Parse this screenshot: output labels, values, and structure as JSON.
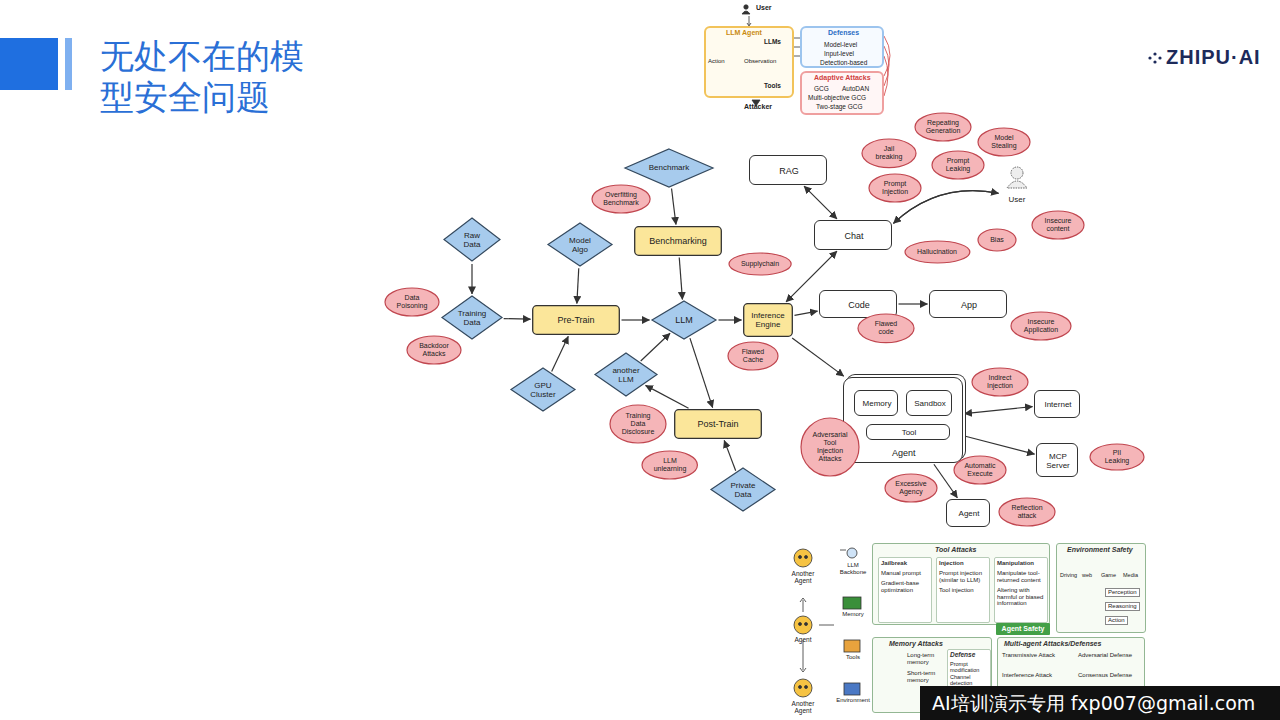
{
  "diagram": {
    "title": "无处不在的模型安全问题",
    "nodes": [
      {
        "text": [
          "Raw Data"
        ]
      },
      {
        "text": [
          "Training Data"
        ]
      },
      {
        "text": [
          "Model Algo"
        ]
      },
      {
        "text": [
          "Benchmark"
        ]
      },
      {
        "text": [
          "GPU Cluster"
        ]
      },
      {
        "text": [
          "another LLM"
        ]
      },
      {
        "text": [
          "LLM"
        ]
      },
      {
        "text": [
          "Private Data"
        ]
      },
      {
        "text": [
          "Benchmarking"
        ]
      },
      {
        "text": [
          "Pre-Train"
        ]
      },
      {
        "text": [
          "Inference Engine"
        ]
      },
      {
        "text": [
          "Post-Train"
        ]
      },
      {
        "text": [
          "RAG"
        ]
      },
      {
        "text": [
          "Chat"
        ]
      },
      {
        "text": [
          "Code"
        ]
      },
      {
        "text": [
          "App"
        ]
      },
      {
        "text": [
          "Agent"
        ]
      },
      {
        "text": [
          "Memory"
        ],
        "in": 16
      },
      {
        "text": [
          "Sandbox"
        ],
        "in": 16
      },
      {
        "text": [
          "Tool"
        ],
        "in": 16
      },
      {
        "text": [
          "Internet"
        ]
      },
      {
        "text": [
          "MCP Server"
        ]
      },
      {
        "text": [
          "Agent"
        ]
      },
      {
        "text": [
          "User"
        ]
      },
      {
        "text": [
          "Overfitting Benchmark"
        ]
      },
      {
        "text": [
          "Data Poisoning"
        ]
      },
      {
        "text": [
          "Backdoor Attacks"
        ]
      },
      {
        "text": [
          "Training Data Disclosure"
        ]
      },
      {
        "text": [
          "LLM unlearning"
        ]
      },
      {
        "text": [
          "Supplychain"
        ]
      },
      {
        "text": [
          "Flawed Cache"
        ]
      },
      {
        "text": [
          "Jail breaking"
        ]
      },
      {
        "text": [
          "Repeating Generation"
        ]
      },
      {
        "text": [
          "Model Stealing"
        ]
      },
      {
        "text": [
          "Prompt Leaking"
        ]
      },
      {
        "text": [
          "Prompt Injection"
        ]
      },
      {
        "text": [
          "Insecure content"
        ]
      },
      {
        "text": [
          "Bias"
        ]
      },
      {
        "text": [
          "Hallucination"
        ]
      },
      {
        "text": [
          "Flawed code"
        ]
      },
      {
        "text": [
          "Insecure Application"
        ]
      },
      {
        "text": [
          "Indirect Injection"
        ]
      },
      {
        "text": [
          "Adversarial Tool Injection Attacks"
        ]
      },
      {
        "text": [
          "Automatic Execute"
        ]
      },
      {
        "text": [
          "Excessive Agency"
        ]
      },
      {
        "text": [
          "PII Leaking"
        ]
      },
      {
        "text": [
          "Reflection attack"
        ]
      },
      {
        "text": [
          "LLM Agent",
          "LLMs",
          "Action",
          "Observation",
          "Tools"
        ]
      },
      {
        "text": [
          "Defenses",
          "Model-level",
          "Input-level",
          "Detection-based"
        ]
      },
      {
        "text": [
          "Adaptive Attacks",
          "GCG",
          "AutoDAN",
          "Multi-objective GCG",
          "Two-stage GCG"
        ]
      },
      {
        "text": [
          "Tool Attacks"
        ]
      },
      {
        "text": [
          "Jailbreak",
          "Manual prompt",
          "Gradient-base optimization"
        ],
        "in": 50
      },
      {
        "text": [
          "Injection",
          "Prompt injection (similar to LLM)",
          "Tool injection"
        ],
        "in": 50
      },
      {
        "text": [
          "Manipulation",
          "Manipulate tool-returned content",
          "Altering with harmful or biased information"
        ],
        "in": 50
      },
      {
        "text": [
          "Environment Safety",
          "Driving",
          "web",
          "Game",
          "Media",
          "Perception",
          "Reasoning",
          "Action"
        ]
      },
      {
        "text": [
          "Agent Safety"
        ]
      },
      {
        "text": [
          "Memory Attacks",
          "Long-term memory",
          "Short-term memory"
        ]
      },
      {
        "text": [
          "Defense",
          "Prompt modification",
          "Channel detection"
        ],
        "in": 56
      },
      {
        "text": [
          "Multi-agent Attacks/Defenses",
          "Transmissive Attack",
          "Interference Attack",
          "Adversarial Defense",
          "Consensus Defense"
        ]
      }
    ],
    "edges": [
      {
        "from": 0,
        "to": 1,
        "arrow": "to"
      },
      {
        "from": 1,
        "to": 9,
        "arrow": "to"
      },
      {
        "from": 2,
        "to": 9,
        "arrow": "to"
      },
      {
        "from": 4,
        "to": 9,
        "arrow": "to"
      },
      {
        "from": 9,
        "to": 6,
        "arrow": "to"
      },
      {
        "from": 3,
        "to": 8,
        "arrow": "to"
      },
      {
        "from": 8,
        "to": 6,
        "arrow": "to"
      },
      {
        "from": 6,
        "to": 10,
        "arrow": "to"
      },
      {
        "from": 6,
        "to": 11,
        "arrow": "to"
      },
      {
        "from": 11,
        "to": 5,
        "arrow": "to"
      },
      {
        "from": 5,
        "to": 6,
        "arrow": "to"
      },
      {
        "from": 7,
        "to": 11,
        "arrow": "to"
      },
      {
        "from": 10,
        "to": 13,
        "arrow": "both"
      },
      {
        "from": 12,
        "to": 13,
        "arrow": "both"
      },
      {
        "from": 23,
        "to": 13,
        "arrow": "to"
      },
      {
        "from": 13,
        "to": 23,
        "arrow": "to"
      },
      {
        "from": 10,
        "to": 14,
        "arrow": "to"
      },
      {
        "from": 14,
        "to": 15,
        "arrow": "to"
      },
      {
        "from": 10,
        "to": 16,
        "arrow": "to"
      },
      {
        "from": 16,
        "to": 20,
        "arrow": "both"
      },
      {
        "from": 16,
        "to": 21,
        "arrow": "to"
      },
      {
        "from": 16,
        "to": 22,
        "arrow": "to"
      }
    ],
    "labels": [
      "ZHIPU·AI",
      "AI培训演示专用 fxp007@gmail.com",
      "User",
      "Attacker",
      "Another Agent",
      "Agent",
      "Another Agent",
      "LLM Backbone",
      "Memory",
      "Tools",
      "Environment"
    ]
  }
}
